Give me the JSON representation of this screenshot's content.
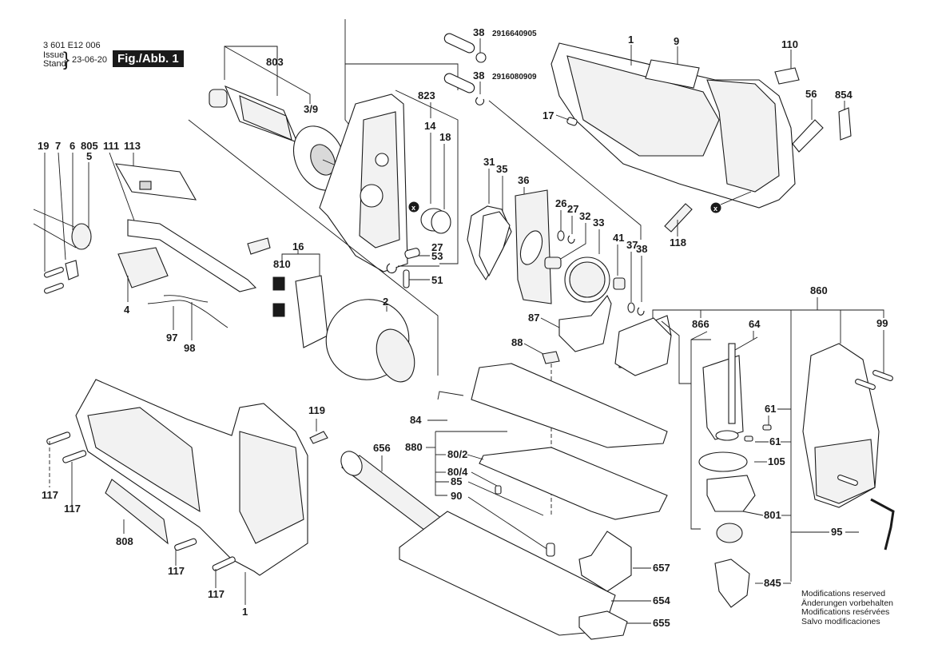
{
  "header": {
    "part_number": "3 601 E12 006",
    "issue_label": "Issue",
    "stand_label": "Stand",
    "issue_date": "23-06-20",
    "figure_label": "Fig./Abb. 1"
  },
  "notice": [
    "Modifications reserved",
    "Änderungen vorbehalten",
    "Modifications resérvées",
    "Salvo modificaciones"
  ],
  "callouts": {
    "c803": "803",
    "c3_9": "3/9",
    "c823": "823",
    "c14": "14",
    "c18": "18",
    "c27a": "27",
    "c53": "53",
    "c51": "51",
    "c38a": "38",
    "c38a_code": "2916640905",
    "c38b": "38",
    "c38b_code": "2916080909",
    "c1_top": "1",
    "c9": "9",
    "c110": "110",
    "c56": "56",
    "c854": "854",
    "c17": "17",
    "c118": "118",
    "c19": "19",
    "c7": "7",
    "c6": "6",
    "c805": "805",
    "c5": "5",
    "c111": "111",
    "c113": "113",
    "c4": "4",
    "c97": "97",
    "c98": "98",
    "c16": "16",
    "c810": "810",
    "c2": "2",
    "c31": "31",
    "c35": "35",
    "c36": "36",
    "c26": "26",
    "c27b": "27",
    "c32": "32",
    "c33": "33",
    "c41": "41",
    "c37": "37",
    "c38c": "38",
    "c87": "87",
    "c88": "88",
    "c84": "84",
    "c880": "880",
    "c80_2": "80/2",
    "c80_4": "80/4",
    "c85": "85",
    "c90": "90",
    "c656": "656",
    "c657": "657",
    "c654": "654",
    "c655": "655",
    "c119": "119",
    "c117a": "117",
    "c117b": "117",
    "c117c": "117",
    "c117d": "117",
    "c808": "808",
    "c1_bottom": "1",
    "c860": "860",
    "c866": "866",
    "c64": "64",
    "c99": "99",
    "c61a": "61",
    "c61b": "61",
    "c105": "105",
    "c801": "801",
    "c95": "95",
    "c845": "845",
    "x_marker": "x"
  }
}
